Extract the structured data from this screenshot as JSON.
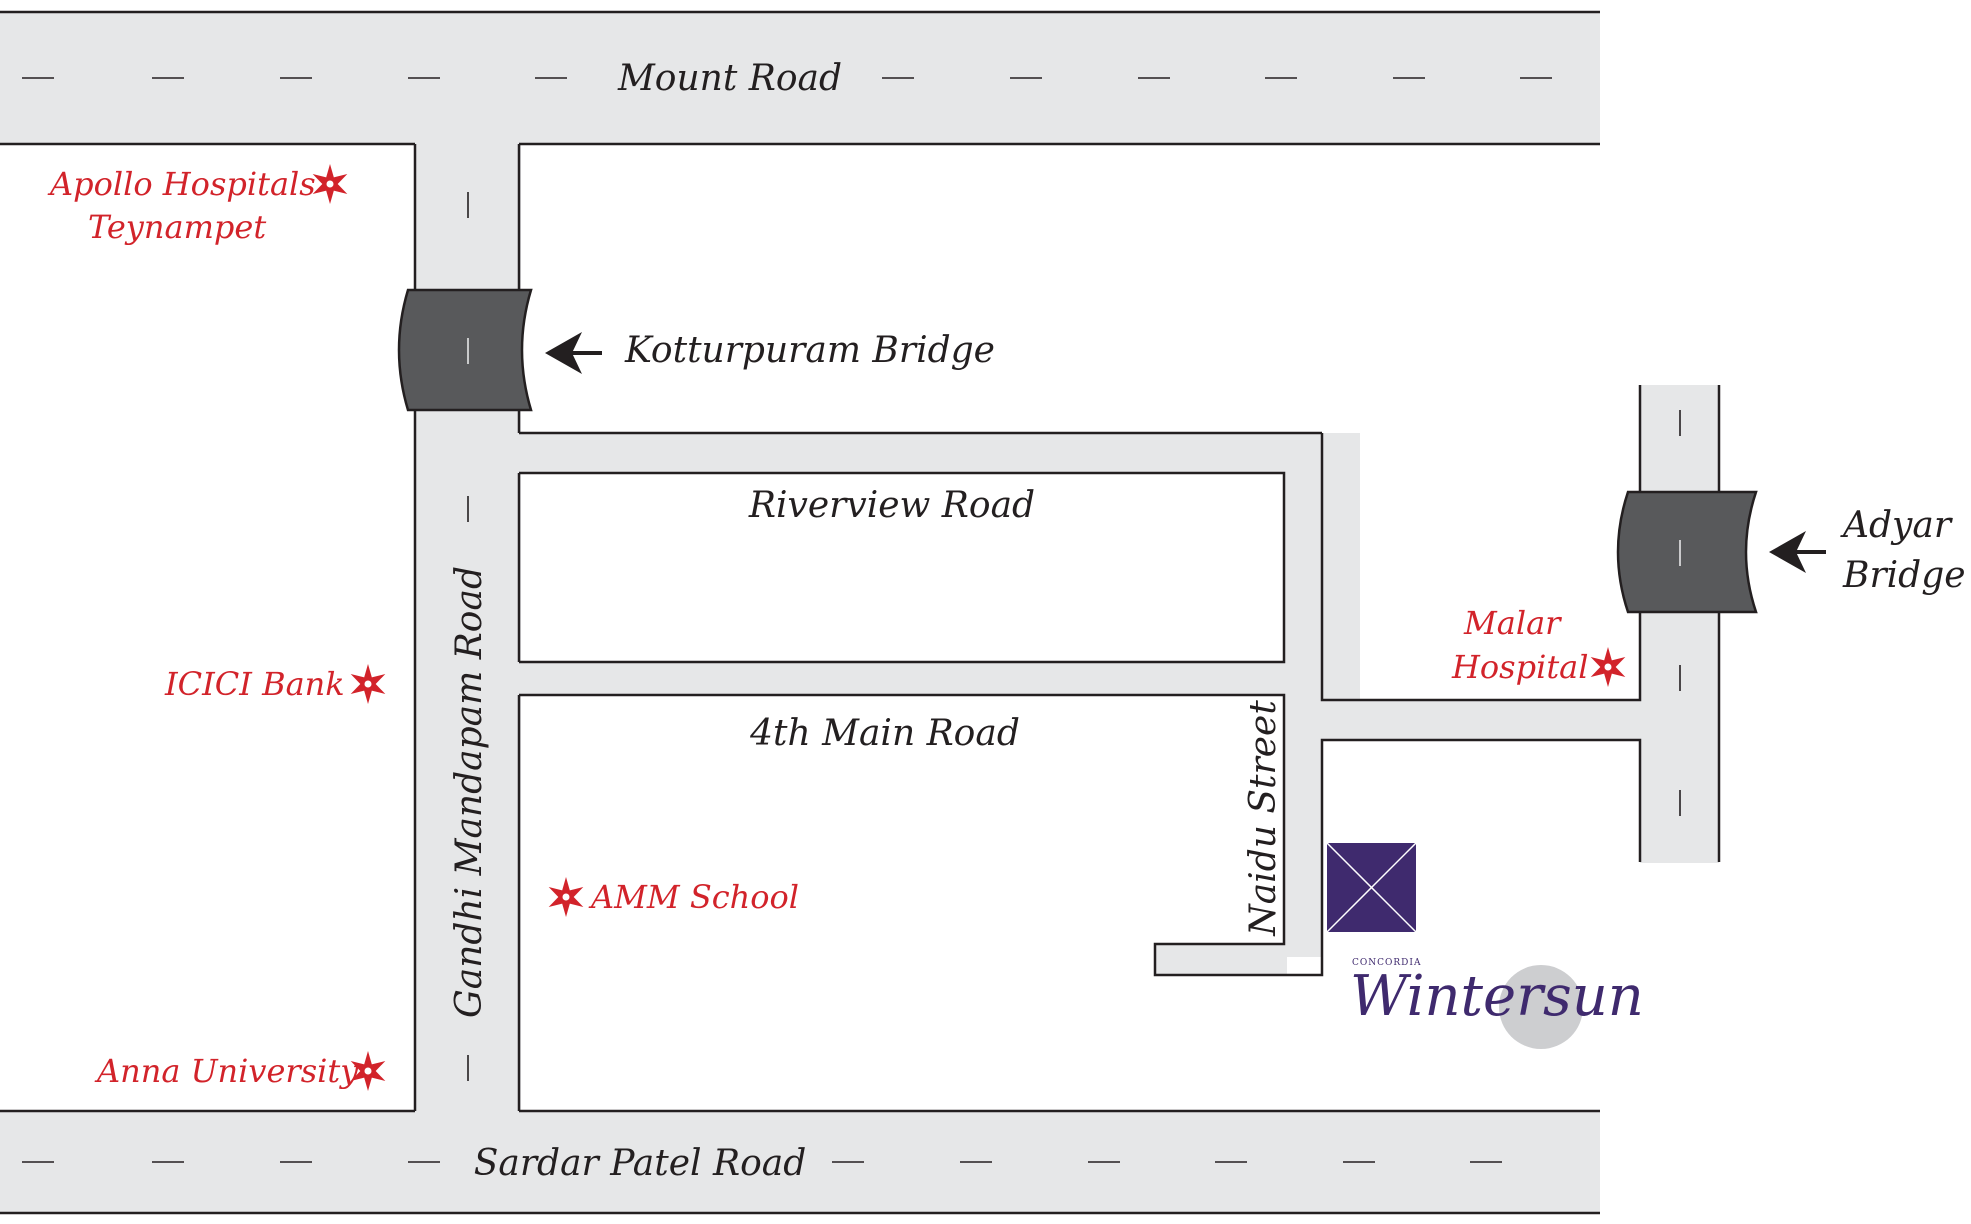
{
  "colors": {
    "road": "#e6e7e8",
    "road_edge": "#231f20",
    "bridge": "#58595b",
    "poi": "#d2232a",
    "brand": "#3f2a6e",
    "moon": "#bcbec0"
  },
  "roads": {
    "mount": "Mount Road",
    "sardar": "Sardar Patel Road",
    "gandhi": "Gandhi Mandapam Road",
    "riverview": "Riverview Road",
    "fourth_main": "4th Main Road",
    "naidu": "Naidu Street"
  },
  "bridges": {
    "kotturpuram": "Kotturpuram Bridge",
    "adyar_line1": "Adyar",
    "adyar_line2": "Bridge"
  },
  "pois": {
    "apollo_line1": "Apollo Hospitals",
    "apollo_line2": "Teynampet",
    "icici": "ICICI Bank",
    "anna": "Anna University",
    "amm": "AMM School",
    "malar_line1": "Malar",
    "malar_line2": "Hospital",
    "icon": "star-flower-icon"
  },
  "brand": {
    "small": "CONCORDIA",
    "name": "Wintersun",
    "marker_icon": "site-marker-icon"
  }
}
